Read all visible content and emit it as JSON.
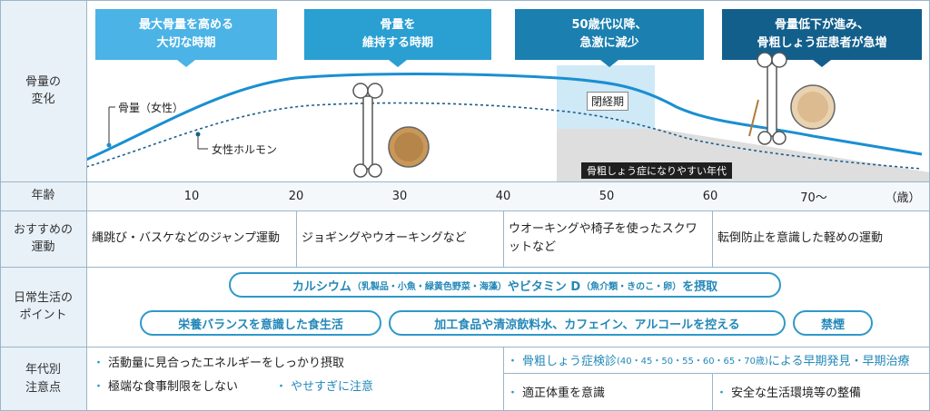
{
  "rows": {
    "bone_change": "骨量の\n変化",
    "age": "年齢",
    "exercise": "おすすめの\n運動",
    "daily": "日常生活の\nポイント",
    "notes": "年代別\n注意点"
  },
  "stages": [
    {
      "text": "最大骨量を高める\n大切な時期",
      "color": "#4bb3e6"
    },
    {
      "text": "骨量を\n維持する時期",
      "color": "#2a9fd2"
    },
    {
      "text": "50歳代以降、\n急激に減少",
      "color": "#1b7fb0"
    },
    {
      "text": "骨量低下が進み、\n骨粗しょう症患者が急増",
      "color": "#135f8c"
    }
  ],
  "chart": {
    "bone_mass_label": "骨量（女性）",
    "hormone_label": "女性ホルモン",
    "menopause_label": "閉経期",
    "osteoporosis_zone_label": "骨粗しょう症になりやすい年代",
    "colors": {
      "bone_line": "#1a8fd1",
      "hormone_line": "#1a5f8a",
      "menopause": "#cfe9f7",
      "zone": "#dddddd"
    }
  },
  "ages": [
    "10",
    "20",
    "30",
    "40",
    "50",
    "60",
    "70〜"
  ],
  "age_unit": "（歳）",
  "exercise": [
    "縄跳び・バスケなどのジャンプ運動",
    "ジョギングやウオーキングなど",
    "ウオーキングや椅子を使ったスクワットなど",
    "転倒防止を意識した軽めの運動"
  ],
  "daily": {
    "pill1_a": "カルシウム",
    "pill1_b": "（乳製品・小魚・緑黄色野菜・海藻）",
    "pill1_c": "やビタミン D",
    "pill1_d": "（魚介類・きのこ・卵）",
    "pill1_e": "を摂取",
    "pill2": "栄養バランスを意識した食生活",
    "pill3": "加工食品や清涼飲料水、カフェイン、アルコールを控える",
    "pill4": "禁煙"
  },
  "notes": {
    "n1": "活動量に見合ったエネルギーをしっかり摂取",
    "n2": "極端な食事制限をしない",
    "n3": "やせすぎに注意",
    "n4_a": "骨粗しょう症検診",
    "n4_b": "(40・45・50・55・60・65・70歳)",
    "n4_c": "による早期発見・早期治療",
    "n5": "適正体重を意識",
    "n6": "安全な生活環境等の整備"
  }
}
